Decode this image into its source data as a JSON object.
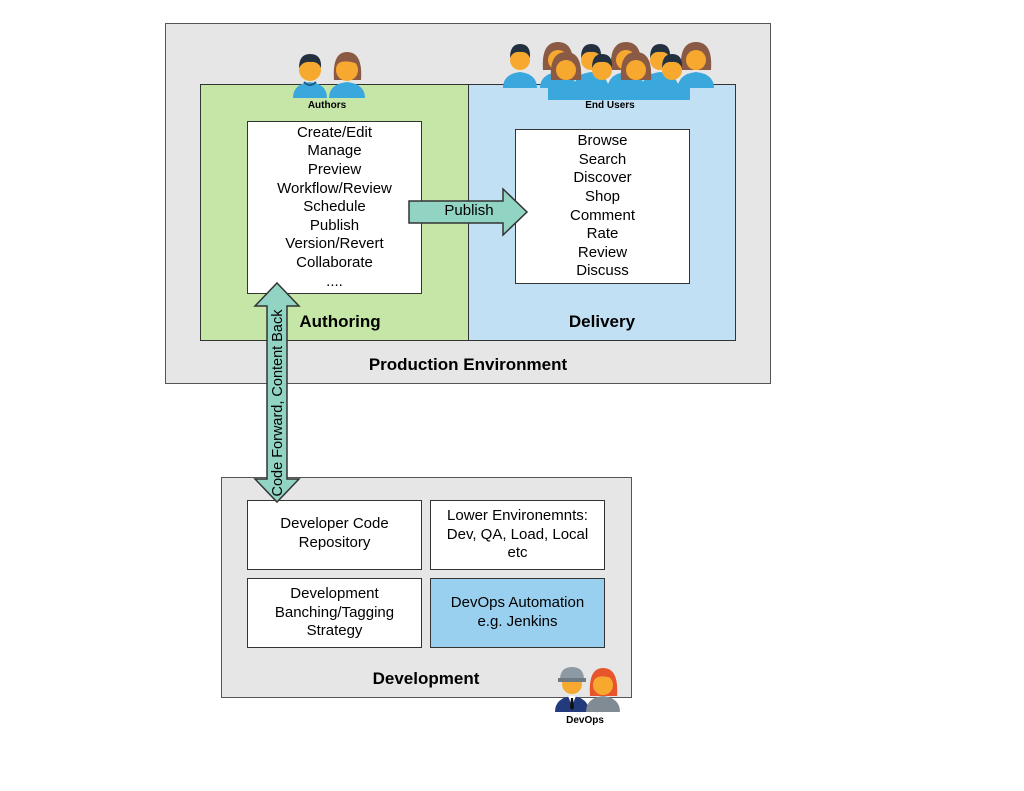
{
  "production": {
    "title": "Production Environment",
    "authoring": {
      "title": "Authoring",
      "actor_label": "Authors",
      "actor_icon": "authors-people-icon",
      "features": [
        "Create/Edit",
        "Manage",
        "Preview",
        "Workflow/Review",
        "Schedule",
        "Publish",
        "Version/Revert",
        "Collaborate",
        "...."
      ]
    },
    "delivery": {
      "title": "Delivery",
      "actor_label": "End Users",
      "actor_icon": "end-users-crowd-icon",
      "features": [
        "Browse",
        "Search",
        "Discover",
        "Shop",
        "Comment",
        "Rate",
        "Review",
        "Discuss"
      ]
    },
    "publish_arrow": "Publish"
  },
  "vertical_arrow": "Code Forward, Content Back",
  "development": {
    "title": "Development",
    "actor_label": "DevOps",
    "actor_icon": "devops-people-icon",
    "boxes": {
      "repo": [
        "Developer Code",
        "Repository"
      ],
      "lower_envs": [
        "Lower Environemnts:",
        "Dev, QA, Load, Local",
        "etc"
      ],
      "branching": [
        "Development",
        "Banching/Tagging",
        "Strategy"
      ],
      "automation": [
        "DevOps Automation",
        "e.g. Jenkins"
      ]
    }
  },
  "colors": {
    "environment_bg": "#e6e6e6",
    "authoring_bg": "#c5e6a6",
    "delivery_bg": "#c2e0f4",
    "arrow_fill": "#92d4c4",
    "automation_bg": "#99cfef",
    "shirt": "#3aa7dd",
    "skin": "#f7a92f"
  }
}
